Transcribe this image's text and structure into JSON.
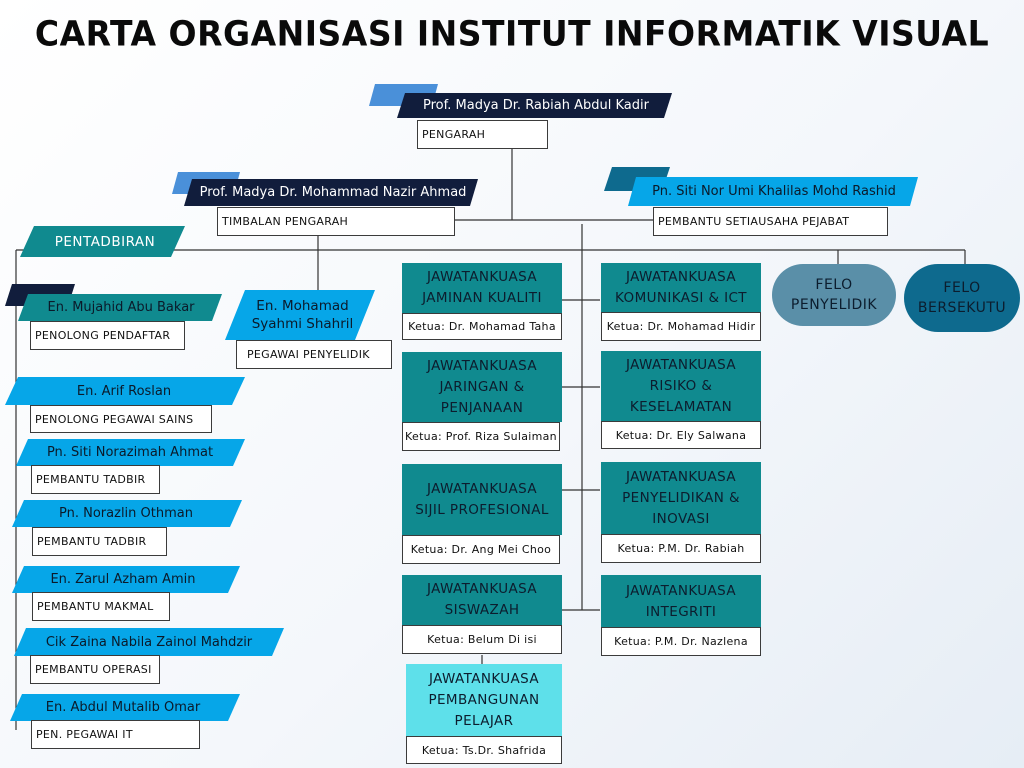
{
  "title": "CARTA ORGANISASI INSTITUT INFORMATIK VISUAL",
  "colors": {
    "navy": "#111d3c",
    "light_blue": "#4a90d9",
    "cyan": "#06a6e8",
    "teal": "#108a8f",
    "steel": "#5a8fa8",
    "deep_teal": "#0e6a8e",
    "aqua": "#5ee0ea",
    "line": "#333333"
  },
  "director": {
    "name": "Prof. Madya Dr. Rabiah Abdul Kadir",
    "role": "PENGARAH"
  },
  "deputy": {
    "name": "Prof. Madya Dr. Mohammad Nazir Ahmad",
    "role": "TIMBALAN PENGARAH"
  },
  "secretary": {
    "name": "Pn. Siti Nor Umi Khalilas Mohd Rashid",
    "role": "PEMBANTU SETIAUSAHA PEJABAT"
  },
  "admin": {
    "label": "PENTADBIRAN"
  },
  "researcher": {
    "name": "En. Mohamad Syahmi Shahril",
    "role": "PEGAWAI PENYELIDIK"
  },
  "admin_staff": [
    {
      "name": "En. Mujahid Abu Bakar",
      "role": "PENOLONG PENDAFTAR"
    },
    {
      "name": "En. Arif Roslan",
      "role": "PENOLONG PEGAWAI SAINS"
    },
    {
      "name": "Pn. Siti Norazimah Ahmat",
      "role": "PEMBANTU TADBIR"
    },
    {
      "name": "Pn. Norazlin Othman",
      "role": "PEMBANTU TADBIR"
    },
    {
      "name": "En. Zarul Azham Amin",
      "role": "PEMBANTU MAKMAL"
    },
    {
      "name": "Cik Zaina Nabila Zainol Mahdzir",
      "role": "PEMBANTU OPERASI"
    },
    {
      "name": "En. Abdul Mutalib Omar",
      "role": "PEN. PEGAWAI IT"
    }
  ],
  "committees_left": [
    {
      "title": "JAWATANKUASA JAMINAN KUALITI",
      "chair": "Ketua: Dr. Mohamad Taha"
    },
    {
      "title": "JAWATANKUASA JARINGAN & PENJANAAN",
      "chair": "Ketua: Prof. Riza Sulaiman"
    },
    {
      "title": "JAWATANKUASA SIJIL PROFESIONAL",
      "chair": "Ketua: Dr. Ang Mei Choo"
    },
    {
      "title": "JAWATANKUASA SISWAZAH",
      "chair": "Ketua: Belum Di isi"
    },
    {
      "title": "JAWATANKUASA PEMBANGUNAN PELAJAR",
      "chair": "Ketua: Ts.Dr. Shafrida"
    }
  ],
  "committees_right": [
    {
      "title": "JAWATANKUASA KOMUNIKASI & ICT",
      "chair": "Ketua: Dr. Mohamad Hidir"
    },
    {
      "title": "JAWATANKUASA RISIKO & KESELAMATAN",
      "chair": "Ketua: Dr. Ely Salwana"
    },
    {
      "title": "JAWATANKUASA PENYELIDIKAN & INOVASI",
      "chair": "Ketua: P.M. Dr. Rabiah"
    },
    {
      "title": "JAWATANKUASA INTEGRITI",
      "chair": "Ketua: P.M. Dr. Nazlena"
    }
  ],
  "fellows": [
    {
      "label": "FELO PENYELIDIK"
    },
    {
      "label": "FELO BERSEKUTU"
    }
  ]
}
